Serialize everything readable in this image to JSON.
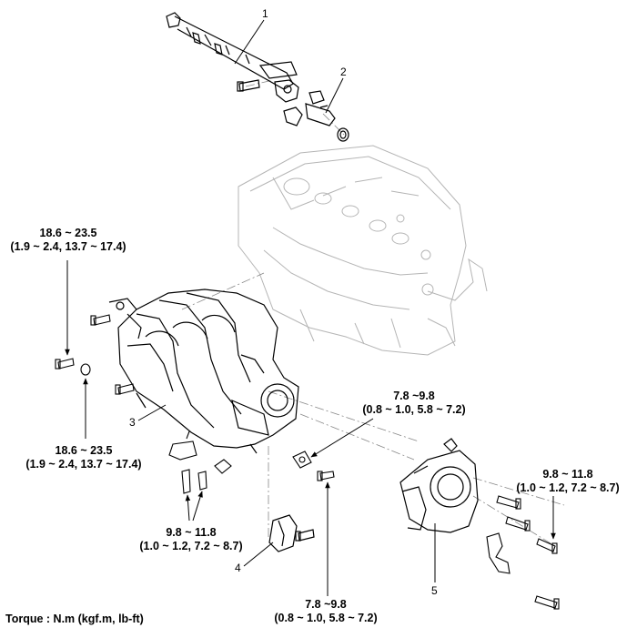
{
  "parts": {
    "p1": "1",
    "p2": "2",
    "p3": "3",
    "p4": "4",
    "p5": "5"
  },
  "torque": {
    "t_top_left": {
      "value": "18.6 ~ 23.5",
      "units": "(1.9 ~ 2.4, 13.7 ~ 17.4)"
    },
    "t_mid_left": {
      "value": "18.6 ~ 23.5",
      "units": "(1.9 ~ 2.4, 13.7 ~ 17.4)"
    },
    "t_bottom_left": {
      "value": "9.8 ~ 11.8",
      "units": "(1.0 ~ 1.2, 7.2 ~ 8.7)"
    },
    "t_center": {
      "value": "7.8 ~9.8",
      "units": "(0.8 ~ 1.0, 5.8 ~ 7.2)"
    },
    "t_right": {
      "value": "9.8 ~ 11.8",
      "units": "(1.0 ~ 1.2, 7.2 ~ 8.7)"
    },
    "t_bottom_center": {
      "value": "7.8 ~9.8",
      "units": "(0.8 ~ 1.0, 5.8 ~ 7.2)"
    }
  },
  "footer": "Torque : N.m (kgf.m, lb-ft)"
}
